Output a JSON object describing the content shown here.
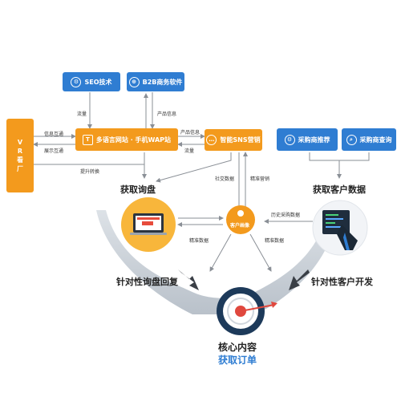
{
  "nodes": {
    "seo": "SEO技术",
    "b2b": "B2B商务软件",
    "website": "多语言网站 · 手机WAP站",
    "sns": "智能SNS营销",
    "buyer_recommend": "采购商推荐",
    "buyer_query": "采购商查询",
    "vr_factory": [
      "V",
      "R",
      "看",
      "厂"
    ],
    "customer_profile": "客户画像"
  },
  "edge_labels": {
    "traffic_1": "流量",
    "product_info_1": "产品信息",
    "product_info_2": "产品信息",
    "traffic_2": "流量",
    "info_exchange": "信息互通",
    "display_exchange": "展示互通",
    "boost_conversion": "提升转换",
    "social_data": "社交数据",
    "precise_marketing": "精准营销",
    "precise_data_1": "精准数据",
    "history_purchase": "历史采购数据",
    "precise_data_2": "精准数据"
  },
  "sections": {
    "get_inquiry": "获取询盘",
    "get_customer_data": "获取客户数据",
    "targeted_reply": "针对性询盘回复",
    "targeted_development": "针对性客户开发",
    "core_content": "核心内容",
    "get_orders": "获取订单"
  },
  "colors": {
    "blue": "#2f7dd2",
    "orange": "#f39a1d",
    "funnel": "#c9cfd6",
    "core_text": "#2f7dd2"
  },
  "icons": [
    "gear-icon",
    "cart-icon",
    "text-t-icon",
    "chat-icon",
    "search-icon",
    "laptop-icon",
    "user-icon",
    "target-icon"
  ]
}
